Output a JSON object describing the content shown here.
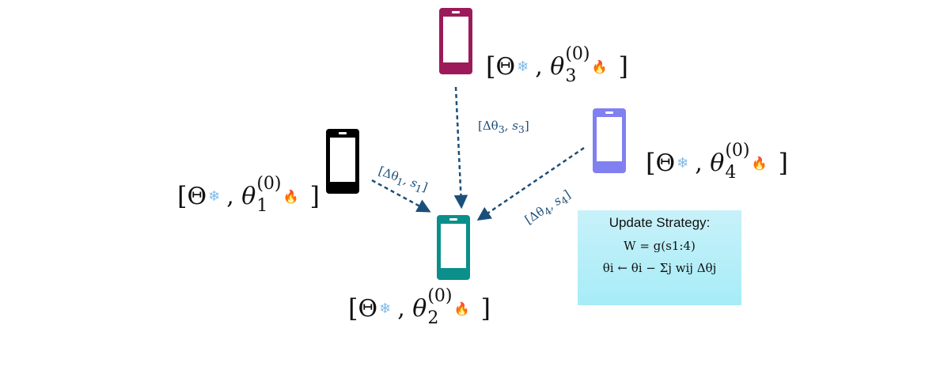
{
  "devices": [
    {
      "id": 1,
      "color": "#000000",
      "params": {
        "shared": "Θ",
        "local": "θ",
        "sub": "1",
        "sup": "(0)"
      }
    },
    {
      "id": 2,
      "color": "#0a8f8a",
      "params": {
        "shared": "Θ",
        "local": "θ",
        "sub": "2",
        "sup": "(0)"
      }
    },
    {
      "id": 3,
      "color": "#9c1a5a",
      "params": {
        "shared": "Θ",
        "local": "θ",
        "sub": "3",
        "sup": "(0)"
      }
    },
    {
      "id": 4,
      "color": "#8080f0",
      "params": {
        "shared": "Θ",
        "local": "θ",
        "sub": "4",
        "sup": "(0)"
      }
    }
  ],
  "icons": {
    "shared": "snowflake-icon",
    "local": "fire-icon",
    "device": "phone-icon"
  },
  "messages": [
    {
      "from": 1,
      "text": "[Δθ",
      "sub": "1",
      "mid": ", s",
      "sub2": "1",
      "end": "]"
    },
    {
      "from": 3,
      "text": "[Δθ",
      "sub": "3",
      "mid": ", s",
      "sub2": "3",
      "end": "]"
    },
    {
      "from": 4,
      "text": "[Δθ",
      "sub": "4",
      "mid": ", s",
      "sub2": "4",
      "end": "]"
    }
  ],
  "strategy": {
    "title": "Update Strategy:",
    "eq1": "W = g(s1:4)",
    "eq2": "θi ← θi − Σj wij Δθj",
    "background": "#b0eef9"
  },
  "colors": {
    "arrow": "#1a4f7a"
  }
}
